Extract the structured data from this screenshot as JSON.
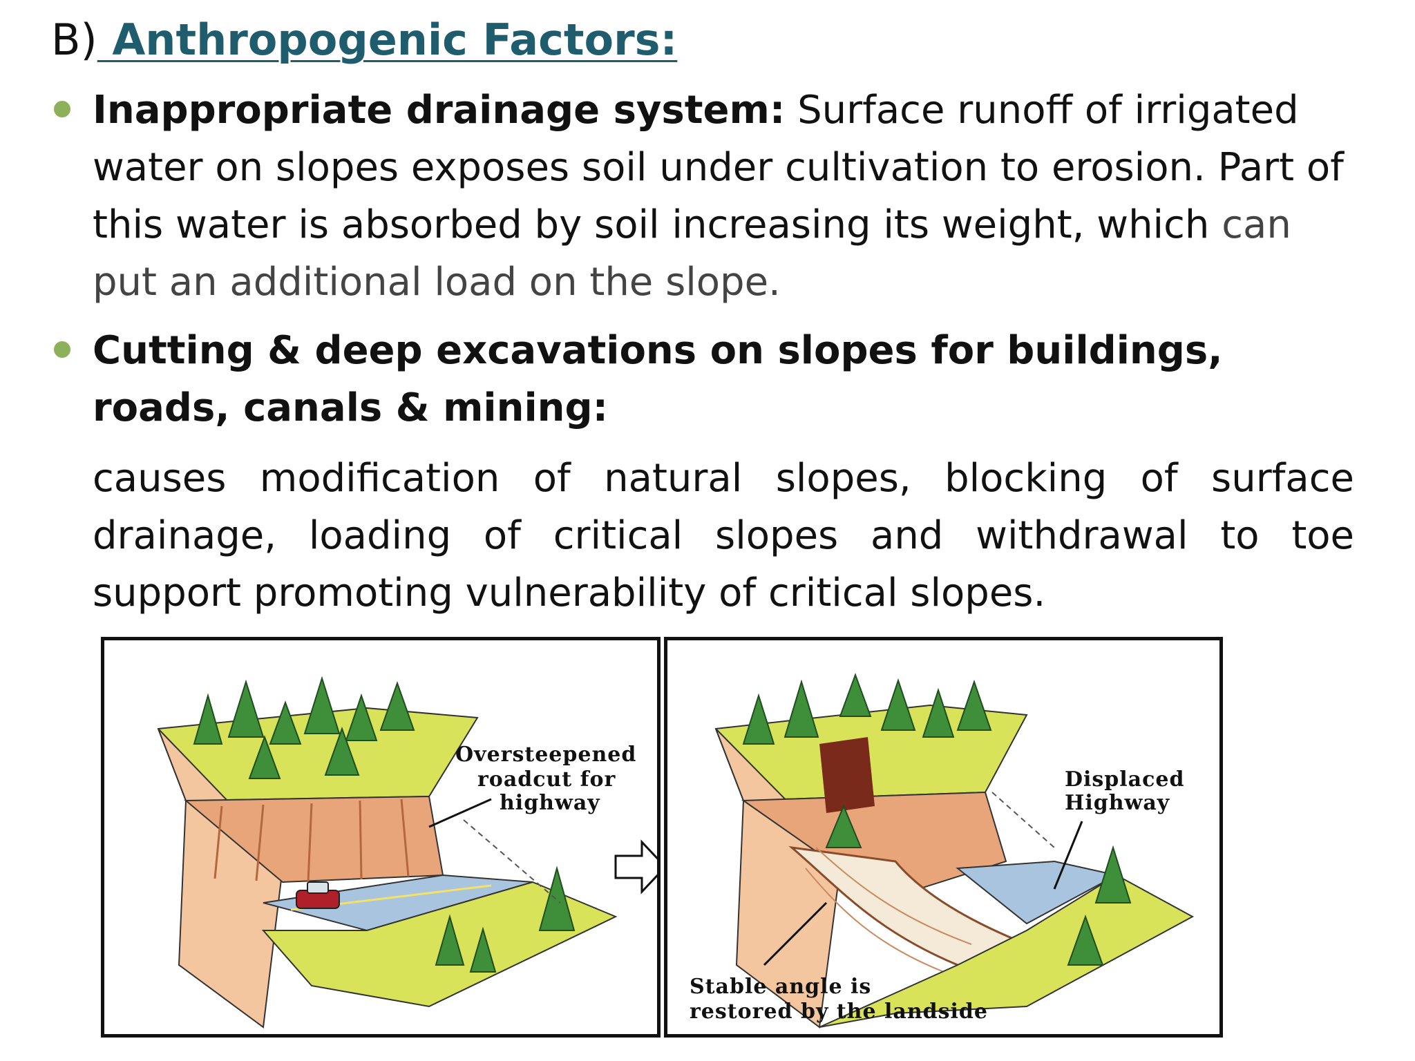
{
  "title": {
    "prefix": "B)",
    "heading": " Anthropogenic Factors:"
  },
  "bullets": [
    {
      "heading": "Inappropriate drainage system:",
      "text": " Surface runoff of irrigated water on slopes exposes soil under cultivation to erosion. Part of this water is absorbed by soil increasing its weight, which",
      "text_dim": " can put an additional load on the slope."
    },
    {
      "heading": "Cutting & deep excavations on slopes for buildings, roads, canals & mining:",
      "body": "causes modification of natural  slopes, blocking of surface drainage, loading of critical slopes and withdrawal to toe support promoting vulnerability of critical slopes."
    }
  ],
  "figure": {
    "left_label": [
      "Oversteepened",
      "roadcut for",
      "highway"
    ],
    "right_label_top": [
      "Displaced",
      "Highway"
    ],
    "right_label_bottom": [
      "Stable angle is",
      "restored by the landside"
    ]
  },
  "colors": {
    "heading": "#1f5c6e",
    "bullet": "#8db05a",
    "grass": "#d8e35a",
    "tree": "#3f8f3a",
    "rock": "#e8a57a",
    "road": "#a9c4de",
    "car": "#b0202a"
  },
  "icons": [
    "bullet-dot",
    "arrow-right-outline"
  ]
}
